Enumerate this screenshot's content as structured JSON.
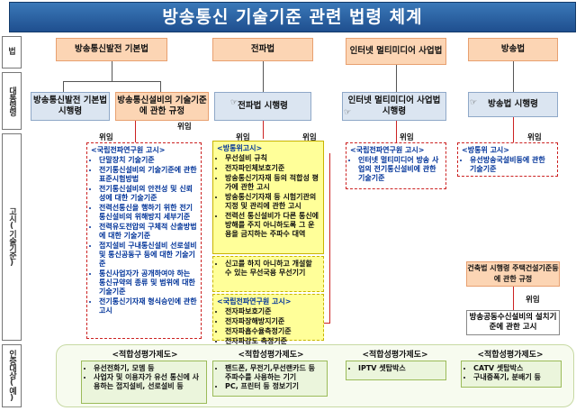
{
  "title": "방송통신 기술기준 관련 법령 체계",
  "side": {
    "law": "법",
    "decree": "대통령령",
    "notice": "고시(기술기준)",
    "target": "인증대상(예)"
  },
  "laws": [
    "방송통신발전 기본법",
    "전파법",
    "인터넷 멀티미디어 사업법",
    "방송법"
  ],
  "decrees": [
    "방송통신발전 기본법 시행령",
    "방송통신설비의 기술기준에 관한 규정",
    "전파법 시행령",
    "인터넷 멀티미디어 사업법 시행령",
    "방송법 시행령"
  ],
  "delegation": "위임",
  "panel1": {
    "header": "<국립전파연구원 고시>",
    "items": [
      "단말장치 기술기준",
      "전기통신설비의 기술기준에 관한 표준시험방법",
      "전기통신설비의 안전성 및 신뢰성에 대한 기술기준",
      "전력선통신을 행하기 위한 전기통신설비의 위해방지 세부기준",
      "전력유도전압의 구체적 산출방법에 대한 기술기준",
      "접지설비 구내통신설비 선로설비 및 통신공동구 등에 대한 기술기준",
      "통신사업자가 공개하여야 하는 통신규약의 종류 및 범위에 대한 기술기준",
      "전기통신기자재 형식승인에 관한 고시"
    ]
  },
  "panel2": {
    "header": "<방통위고시>",
    "items": [
      "무선설비 규칙",
      "전자파인체보호기준",
      "방송통신기자재 등의 적합성 평가에 관한 고시",
      "방송통신기자재 등 시험기관의 지정 및 관리에 관한 고시",
      "전력선 통신설비가 다른 통신에 방해를 주지 아니하도록 그 운용을 금지하는 주파수 대역"
    ],
    "extra_items": [
      "신고를 하지 아니하고 개설할 수 있는 무선국용 무선기기"
    ],
    "header2": "<국립전파연구원 고시>",
    "items2": [
      "전자파보호기준",
      "전자파장해방지기준",
      "전자파흡수율측정기준",
      "전자파강도 측정기준"
    ]
  },
  "panel3": {
    "header": "<국립전파연구원 고시>",
    "items": [
      "인터넷 멀티미디어 방송 사업의 전기통신설비에 관한 기술기준"
    ]
  },
  "panel4": {
    "header": "<방통위 고시>",
    "items": [
      "유선방송국설비등에 관한 기술기준"
    ]
  },
  "building": {
    "decree": "건축법 시행령 주택건설기준등에 관한 규정",
    "notice": "방송공동수신설비의 설치기준에 관한 고시"
  },
  "cert_label": "<적합성평가제도>",
  "cert": [
    [
      "유선전화기, 모뎀 등",
      "사업자 및 이용자가 유선 통신에 사용하는 접지설비, 선로설비 등"
    ],
    [
      "팬드폰, 무전기,무선랜카드 등 주파수를 사용하는 기기",
      "PC, 프린터 등 정보기기"
    ],
    [
      "IPTV 셋탑박스"
    ],
    [
      "CATV 셋탑박스",
      "구내증폭기, 분배기 등"
    ]
  ]
}
